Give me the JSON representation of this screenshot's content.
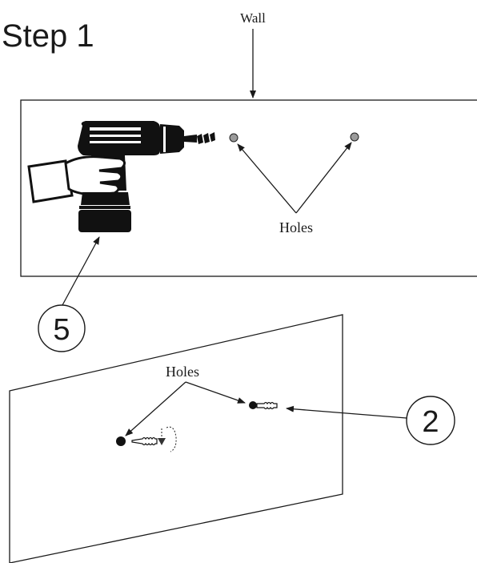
{
  "title": "Step 1",
  "labels": {
    "wall": "Wall",
    "holes_top": "Holes",
    "holes_bottom": "Holes"
  },
  "callouts": {
    "drill": "5",
    "anchor": "2"
  },
  "icons": [
    "drill-icon",
    "hole-icon",
    "wall-anchor-icon",
    "rotation-arrow-icon"
  ]
}
